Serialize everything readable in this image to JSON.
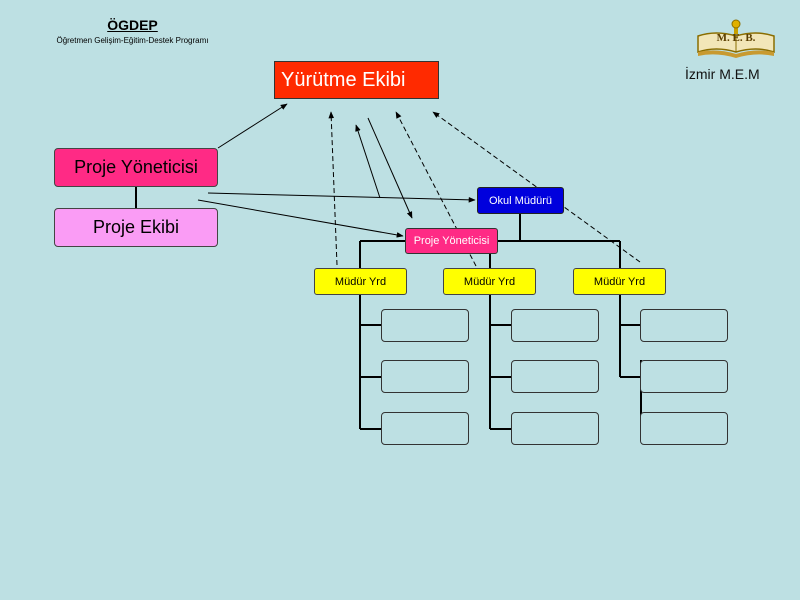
{
  "header": {
    "title": "ÖGDEP",
    "subtitle": "Öğretmen Gelişim-Eğitim-Destek Programı"
  },
  "logo": {
    "icon": "book-emblem-icon",
    "letters": "M. E. B."
  },
  "org_label": "İzmir M.E.M",
  "nodes": {
    "yurutme": "Yürütme Ekibi",
    "project_manager_left": "Proje Yöneticisi",
    "project_team": "Proje Ekibi",
    "principal": "Okul Müdürü",
    "project_manager_small": "Proje Yöneticisi",
    "deputies": [
      "Müdür Yrd",
      "Müdür Yrd",
      "Müdür Yrd"
    ]
  },
  "colors": {
    "background": "#bde0e3",
    "yurutme": "#ff2a00",
    "project_manager": "#ff2a85",
    "project_team": "#fa9cf5",
    "principal": "#0000dd",
    "deputy": "#ffff00"
  }
}
